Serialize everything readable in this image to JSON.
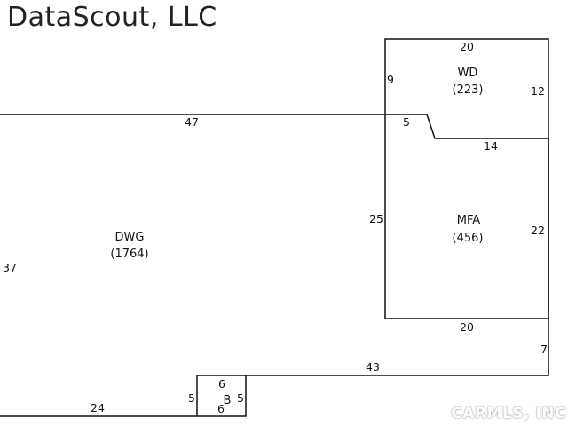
{
  "header": {
    "title": "DataScout, LLC"
  },
  "watermark": "CARMLS, INC",
  "areas": {
    "wd": {
      "name": "WD",
      "size": "(223)"
    },
    "mfa": {
      "name": "MFA",
      "size": "(456)"
    },
    "dwg": {
      "name": "DWG",
      "size": "(1764)"
    },
    "b": {
      "name": "B",
      "sub": "6"
    }
  },
  "dimensions": {
    "wd_top": "20",
    "wd_left": "9",
    "wd_right": "12",
    "wd_notch": "5",
    "wd_bottom": "14",
    "dwg_top": "47",
    "mfa_left": "25",
    "mfa_right": "22",
    "mfa_bottom": "20",
    "right_step": "7",
    "bottom_run": "43",
    "dwg_left": "37",
    "dwg_bottom": "24",
    "b_top": "6",
    "b_left": "5",
    "b_right": "5"
  },
  "colors": {
    "line": "#111111",
    "text": "#111111"
  }
}
